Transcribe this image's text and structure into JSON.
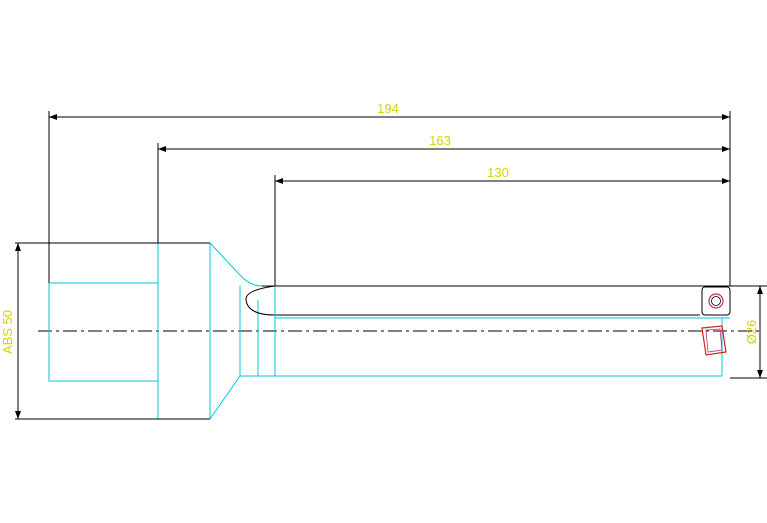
{
  "dimensions": {
    "overall_length": "194",
    "shank_to_tip": "163",
    "body_length": "130",
    "abs_label": "ABS  50",
    "diameter_label": "Ø26"
  },
  "colors": {
    "outline": "#000000",
    "body": "#00c8d8",
    "dimension_text": "#d4d400",
    "insert_magenta": "#c8286e",
    "insert_red": "#d42020"
  }
}
